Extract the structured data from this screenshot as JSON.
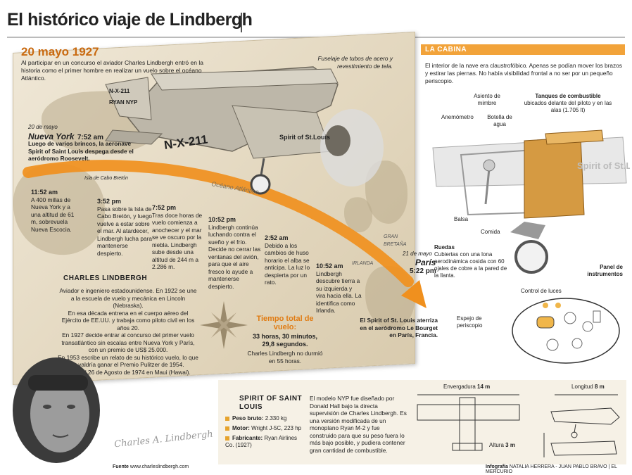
{
  "title": "El histórico viaje de Lindbergh",
  "date_header": "20 mayo 1927",
  "intro": "Al participar en un concurso el aviador Charles Lindbergh entró en la historia como el primer hombre en realizar un vuelo sobre el océano Atlántico.",
  "fuselage_note": "Fuselaje de tubos de acero y revestimiento de tela.",
  "plane_reg": "N-X-211",
  "plane_reg_tail": "N-X-211",
  "plane_tail_text": "RYAN NYP",
  "plane_nose": "Spirit of St.Louis",
  "map_labels": {
    "cabo_breton": "Isla de Cabo Bretón",
    "oceano": "Océano Atlántico",
    "gran_bretana": "GRAN BRETAÑA",
    "irlanda": "IRLANDA"
  },
  "start": {
    "date": "20 de mayo",
    "city": "Nueva York",
    "time": "7:52 am",
    "text": "Luego de varios brincos, la aeronave Spirit of Saint Louis despega desde el aeródromo Roosevelt."
  },
  "timeline": [
    {
      "time": "11:52 am",
      "text": "A 400 millas de Nueva York y a una altitud de 61 m, sobrevuela Nueva Escocia."
    },
    {
      "time": "3:52 pm",
      "text": "Pasa sobre la Isla de Cabo Bretón, y luego vuelve a estar sobre el mar. Al atardecer, Lindbergh lucha para mantenerse despierto."
    },
    {
      "time": "7:52 pm",
      "text": "Tras doce horas de vuelo comienza a anochecer y el mar se ve oscuro por la niebla. Lindbergh sube desde una altitud de 244 m a 2.286 m."
    },
    {
      "time": "10:52 pm",
      "text": "Lindbergh continúa luchando contra el sueño y el frío. Decide no cerrar las ventanas del avión, para que el aire fresco lo ayude a mantenerse despierto."
    },
    {
      "time": "2:52 am",
      "text": "Debido a los cambios de huso horario el alba se anticipa. La luz lo despierta por un rato."
    },
    {
      "time": "10:52 am",
      "text": "Lindbergh descubre tierra a su izquierda y vira hacia ella. La identifica como Irlanda."
    }
  ],
  "end": {
    "date": "21 de mayo",
    "city": "París",
    "time": "5:22 pm",
    "text": "El Spirit of St. Louis aterriza en el aeródromo Le Bourget en París, Francia."
  },
  "flight_time": {
    "label": "Tiempo total de vuelo:",
    "value": "33 horas, 30 minutos, 29,8 segundos.",
    "note": "Charles Lindbergh no durmió en 55 horas."
  },
  "charles": {
    "title": "CHARLES LINDBERGH",
    "p1": "Aviador e ingeniero estadounidense. En 1922 se une a la escuela de vuelo y mecánica en Lincoln (Nebraska).",
    "p2": "En esa década entrena en el cuerpo aéreo del Ejército de EE.UU. y trabaja como piloto civil en los años 20.",
    "p3": "En 1927 decide entrar al concurso del primer vuelo transatlántico sin escalas entre Nueva York y París, con un premio de US$ 25.000.",
    "p4": "En 1953 escribe un relato de su histórico vuelo, lo que le valdría ganar el Premio Pulitzer de 1954.",
    "p5": "Murió el 26 de Agosto de 1974 en Maui (Hawai).",
    "signature": "Charles A. Lindbergh"
  },
  "cabin": {
    "title": "LA CABINA",
    "text": "El interior de la nave era claustrofóbico. Apenas se podían mover los brazos y estirar las piernas. No había visibilidad frontal a no ser por un pequeño periscopio.",
    "labels": {
      "asiento": "Asiento de mimbre",
      "tanques_title": "Tanques de combustible",
      "tanques_text": "ubicados delante del piloto y en las alas (1.705 lt)",
      "anemometro": "Anemómetro",
      "botella": "Botella de agua",
      "balsa": "Balsa",
      "comida": "Comida",
      "ruedas_title": "Ruedas",
      "ruedas_text": "Cubiertas con una lona aerodinámica cosida con 60 ojales de cobre a la pared de la llanta.",
      "panel": "Panel de instrumentos",
      "control": "Control de luces",
      "espejo": "Espejo de periscopio"
    },
    "plane_text": "Spirit of St.Louis"
  },
  "spirit": {
    "title": "SPIRIT OF SAINT LOUIS",
    "specs": [
      {
        "label": "Peso bruto:",
        "value": "2.330 kg"
      },
      {
        "label": "Motor:",
        "value": "Wright J-5C, 223 hp"
      },
      {
        "label": "Fabricante:",
        "value": "Ryan Airlines Co. (1927)"
      }
    ],
    "description": "El modelo NYP fue diseñado por Donald Hall bajo la directa supervisión de Charles Lindbergh. Es una versión modificada de un monoplano Ryan M-2 y fue construido para que su peso fuera lo más bajo posible, y pudiera contener gran cantidad de combustible."
  },
  "dimensions": {
    "envergadura_label": "Envergadura",
    "envergadura_value": "14 m",
    "longitud_label": "Longitud",
    "longitud_value": "8 m",
    "altura_label": "Altura",
    "altura_value": "3 m"
  },
  "footer": {
    "source_label": "Fuente",
    "source": "www.charleslindbergh.com",
    "credit_label": "Infografía",
    "credit": "NATALIA HERRERA - JUAN PABLO BRAVO",
    "outlet": "EL MERCURIO"
  },
  "colors": {
    "accent": "#e07b12",
    "cabin_bar": "#f2a33a",
    "map": "#e6dcc5"
  }
}
